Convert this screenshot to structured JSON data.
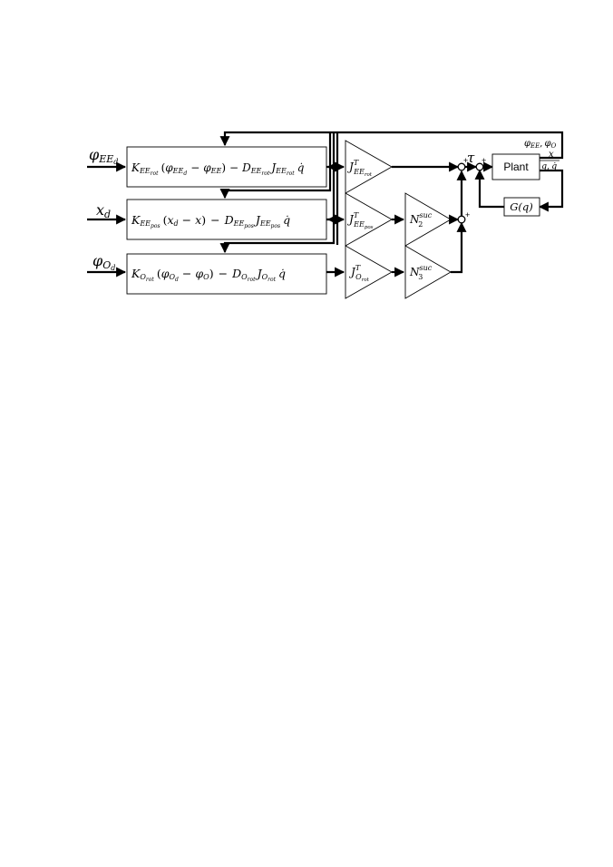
{
  "inputs": {
    "phi_ee_d": {
      "base": "φ",
      "sub": "EE",
      "subsub": "d"
    },
    "x_d": {
      "base": "x",
      "sub": "d"
    },
    "phi_o_d": {
      "base": "φ",
      "sub": "O",
      "subsub": "d"
    }
  },
  "controllers": {
    "ee_rot": {
      "K": "K",
      "K_sub": "EE",
      "K_subsub": "rot",
      "open": "(",
      "err_a": "φ",
      "err_a_sub": "EE",
      "err_a_subsub": "d",
      "minus_inner": "−",
      "err_b": "φ",
      "err_b_sub": "EE",
      "close": ")",
      "minus_outer": "−",
      "D": "D",
      "D_sub": "EE",
      "D_subsub": "rot",
      "J": "J",
      "J_sub": "EE",
      "J_subsub": "rot",
      "qdot": "q̇"
    },
    "ee_pos": {
      "K": "K",
      "K_sub": "EE",
      "K_subsub": "pos",
      "open": "(",
      "err_a": "x",
      "err_a_sub": "d",
      "minus_inner": "−",
      "err_b": "x",
      "close": ")",
      "minus_outer": "−",
      "D": "D",
      "D_sub": "EE",
      "D_subsub": "pos",
      "J": "J",
      "J_sub": "EE",
      "J_subsub": "pos",
      "qdot": "q̇"
    },
    "o_rot": {
      "K": "K",
      "K_sub": "O",
      "K_subsub": "rot",
      "open": "(",
      "err_a": "φ",
      "err_a_sub": "O",
      "err_a_subsub": "d",
      "minus_inner": "−",
      "err_b": "φ",
      "err_b_sub": "O",
      "close": ")",
      "minus_outer": "−",
      "D": "D",
      "D_sub": "O",
      "D_subsub": "rot",
      "J": "J",
      "J_sub": "O",
      "J_subsub": "rot",
      "qdot": "q̇"
    }
  },
  "transpose_gains": {
    "ee_rot": {
      "base": "J",
      "sup": "T",
      "sub": "EE",
      "subsub": "rot"
    },
    "ee_pos": {
      "base": "J",
      "sup": "T",
      "sub": "EE",
      "subsub": "pos"
    },
    "o_rot": {
      "base": "J",
      "sup": "T",
      "sub": "O",
      "subsub": "rot"
    }
  },
  "nullspace_gains": {
    "n2": {
      "base": "N",
      "sub": "2",
      "sup": "suc"
    },
    "n3": {
      "base": "N",
      "sub": "3",
      "sup": "suc"
    }
  },
  "sum_signs": {
    "plus": "+"
  },
  "torque_label": "τ",
  "plant": {
    "label": "Plant"
  },
  "gravity": {
    "label": "G(q)"
  },
  "outputs": {
    "feedback_phi": "φ_{EE}, φ_O",
    "phi_ee": {
      "base": "φ",
      "sub": "EE"
    },
    "comma": ",",
    "phi_o": {
      "base": "φ",
      "sub": "O"
    },
    "x": "x",
    "q": "q",
    "q_comma": ",",
    "qdot": "q̇"
  }
}
